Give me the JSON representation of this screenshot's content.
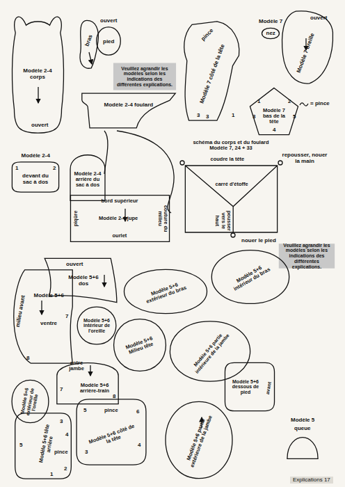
{
  "diagram": {
    "nodes": [
      {
        "text": [
          "Modèle 2-4 corps",
          "ouvert"
        ]
      },
      {
        "text": [
          "bras"
        ]
      },
      {
        "text": [
          "ouvert",
          "pied"
        ]
      },
      {
        "text": [
          "Veuillez agrandir les modèles selon les indications des différentes explications."
        ]
      },
      {
        "text": [
          "pince",
          "Modèle 7 côté de la tête"
        ]
      },
      {
        "text": [
          "Modèle 7",
          "nez"
        ]
      },
      {
        "text": [
          "ouvert",
          "Modèle 7 oreille"
        ]
      },
      {
        "text": [
          "Modèle 2-4 foulard"
        ]
      },
      {
        "text": [
          "Modèle 7 bas de la tête"
        ]
      },
      {
        "text": [
          "Modèle 2-4",
          "devant du sac à dos"
        ]
      },
      {
        "text": [
          "Modèle 2-4 arrière du sac à dos"
        ]
      },
      {
        "text": [
          "schéma du corps et du foulard Modèle 7, 24 + 33",
          "coudre la tête",
          "carré d'étoffe",
          "pousser vers le haut"
        ]
      },
      {
        "text": [
          "bord supérieur",
          "piqûre",
          "Modèle 2-4 jupe",
          "couture du milieu",
          "ourlet"
        ]
      },
      {
        "text": [
          "Veuillez agrandir les modèles selon les indications des différentes explications."
        ]
      },
      {
        "text": [
          "milieu avant",
          "Modèle 5+6",
          "ventre"
        ]
      },
      {
        "text": [
          "ouvert",
          "Modèle 5+6 dos"
        ]
      },
      {
        "text": [
          "Modèle 5+6 intérieur de l'oreille"
        ]
      },
      {
        "text": [
          "Modèle 5+6 Milieu tête"
        ]
      },
      {
        "text": [
          "Modèle 5+6 extérieur du bras"
        ]
      },
      {
        "text": [
          "Modèle 5+6 intérieur du bras"
        ]
      },
      {
        "text": [
          "entre jambe",
          "Modèle 5+6 arrière-train"
        ]
      },
      {
        "text": [
          "Modèle 5+6 partie intérieure de la jambe"
        ]
      },
      {
        "text": [
          "Modèle 5+6 dessous de pied",
          "avant"
        ]
      },
      {
        "text": [
          "Modèle 5+6 extérieur de l'oreille"
        ]
      },
      {
        "text": [
          "Modèle 5+6 tête arrière",
          "pince"
        ]
      },
      {
        "text": [
          "pince",
          "Modèle 5+6 côté de la tête"
        ]
      },
      {
        "text": [
          "Modèle 5+6 partie extérieure de la jambe"
        ]
      },
      {
        "text": [
          "Modèle 5",
          "queue"
        ]
      }
    ],
    "labels": [
      "3",
      "3",
      "1",
      "1",
      "2",
      "3",
      "5",
      "4",
      "1",
      "2",
      "repousser, nouer la main",
      "nouer le pied",
      "7",
      "8",
      "7",
      "8",
      "5",
      "3",
      "4",
      "1",
      "2",
      "5",
      "6",
      "4",
      "3",
      "Explications 17"
    ],
    "legend": [
      {
        "text": "= pince"
      }
    ]
  }
}
